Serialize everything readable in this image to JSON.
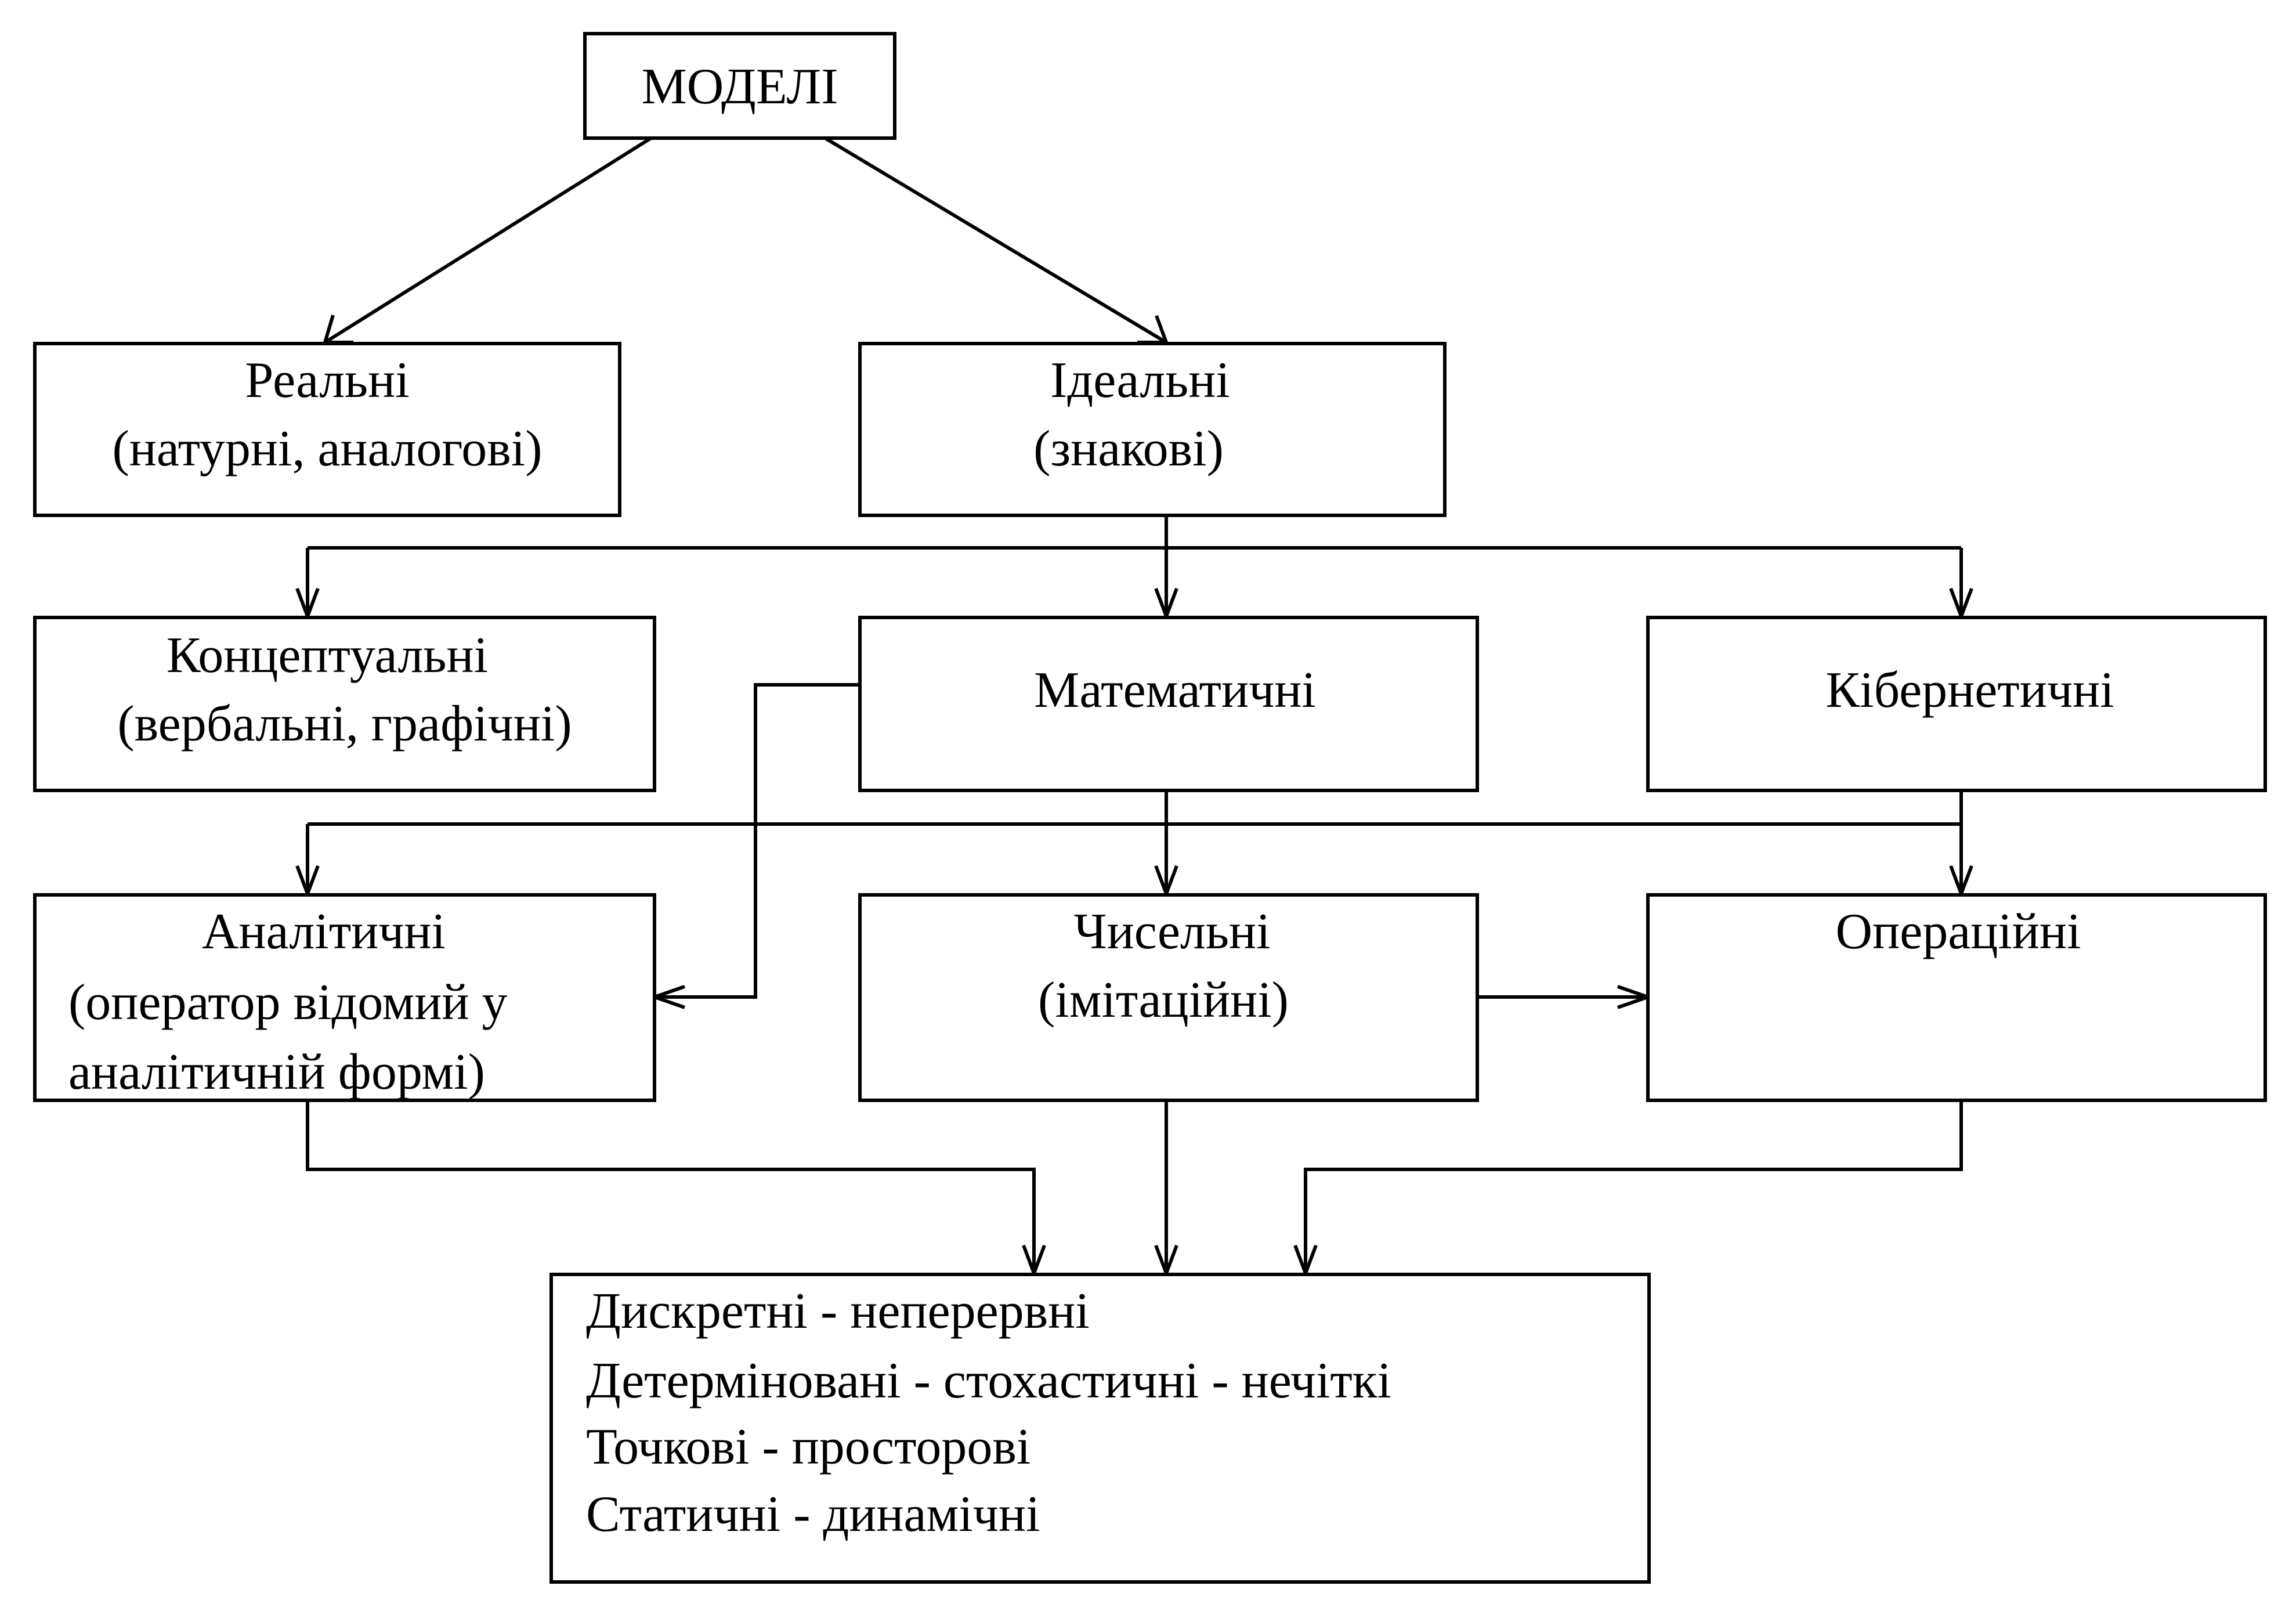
{
  "nodes": {
    "models": {
      "title": "МОДЕЛІ"
    },
    "real": {
      "title": "Реальні",
      "subtitle": "(натурні, аналогові)"
    },
    "ideal": {
      "title": "Ідеальні",
      "subtitle": "(знакові)"
    },
    "conceptual": {
      "title": "Концептуальні",
      "subtitle": "(вербальні, графічні)"
    },
    "mathematical": {
      "title": "Математичні"
    },
    "cybernetic": {
      "title": "Кібернетичні"
    },
    "analytical": {
      "title": "Аналітичні",
      "line2": "(оператор відомий у",
      "line3": "аналітичній формі)"
    },
    "numerical": {
      "title": "Чисельні",
      "subtitle": "(імітаційні)"
    },
    "operational": {
      "title": "Операційні"
    },
    "properties": {
      "lines": [
        "Дискретні - неперервні",
        "Детерміновані - стохастичні - нечіткі",
        "Точкові - просторові",
        "Статичні - динамічні"
      ]
    }
  }
}
